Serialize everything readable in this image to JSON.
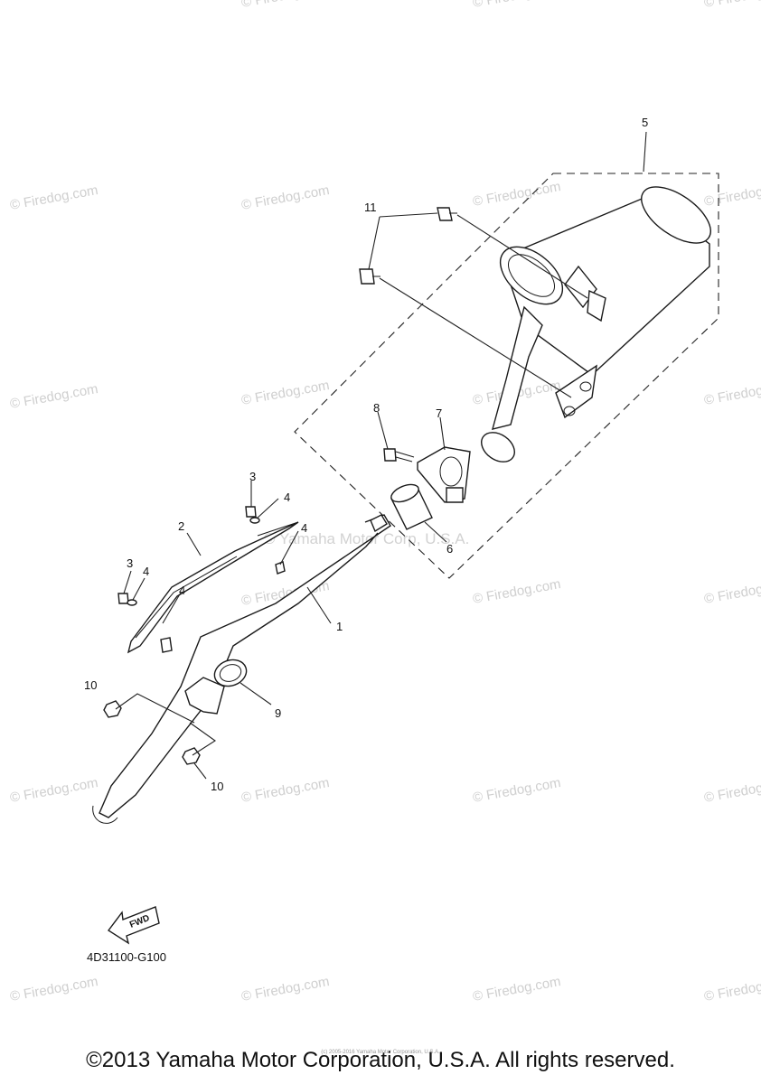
{
  "watermark": {
    "text": "© Firedog.com",
    "center_text": "© Yamaha Motor Corp, U.S.A."
  },
  "callouts": {
    "c1": "1",
    "c2": "2",
    "c3a": "3",
    "c3b": "3",
    "c4a": "4",
    "c4b": "4",
    "c4c": "4",
    "c4d": "4",
    "c5": "5",
    "c6": "6",
    "c7": "7",
    "c8": "8",
    "c9": "9",
    "c10a": "10",
    "c10b": "10",
    "c11": "11"
  },
  "fwd_label": "FWD",
  "diagram_code": "4D31100-G100",
  "footer": "©2013 Yamaha Motor Corporation, U.S.A. All rights reserved.",
  "tiny_copyright": "(c) 2005-2016 Yamaha Motor Corporation, U.S.A."
}
